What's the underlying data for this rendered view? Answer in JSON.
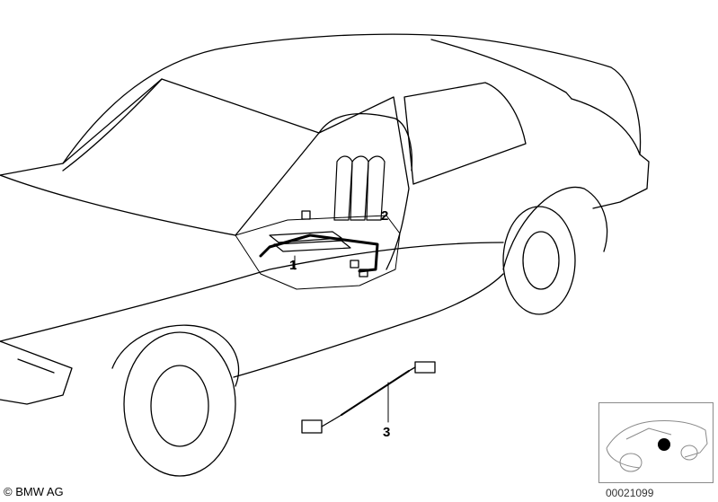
{
  "callouts": {
    "part_1": "1",
    "part_2": "2",
    "part_3": "3"
  },
  "footer": {
    "copyright": "© BMW AG",
    "document_number": "00021099"
  },
  "colors": {
    "line": "#000000",
    "thumbnail_border": "#8a8a8a",
    "marker": "#000000"
  }
}
